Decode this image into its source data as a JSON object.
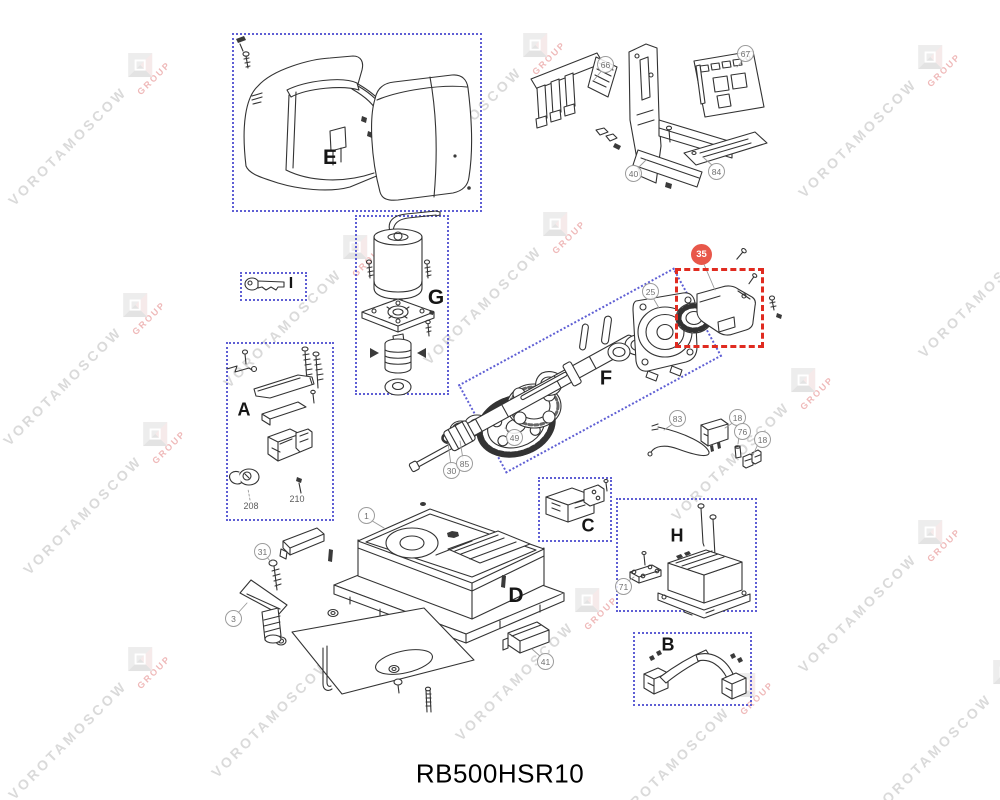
{
  "title": "RB500HSR10",
  "watermark": {
    "text": "VOROTAMOSCOW",
    "group": "GROUP"
  },
  "section_labels": {
    "A": "A",
    "B": "B",
    "C": "C",
    "D": "D",
    "E": "E",
    "F": "F",
    "G": "G",
    "H": "H",
    "I": "I"
  },
  "callouts": {
    "n1": "1",
    "n3": "3",
    "n18a": "18",
    "n18b": "18",
    "n25": "25",
    "n30": "30",
    "n31": "31",
    "n35": "35",
    "n40": "40",
    "n41": "41",
    "n49": "49",
    "n66": "66",
    "n67": "67",
    "n71": "71",
    "n76": "76",
    "n83": "83",
    "n84": "84",
    "n85": "85",
    "n208": "208",
    "n210": "210"
  },
  "colors": {
    "box_dash": "#5f5fd4",
    "highlight_red": "#e02b20",
    "watermark_gray": "#dadada",
    "watermark_pink": "#efb9b9"
  }
}
